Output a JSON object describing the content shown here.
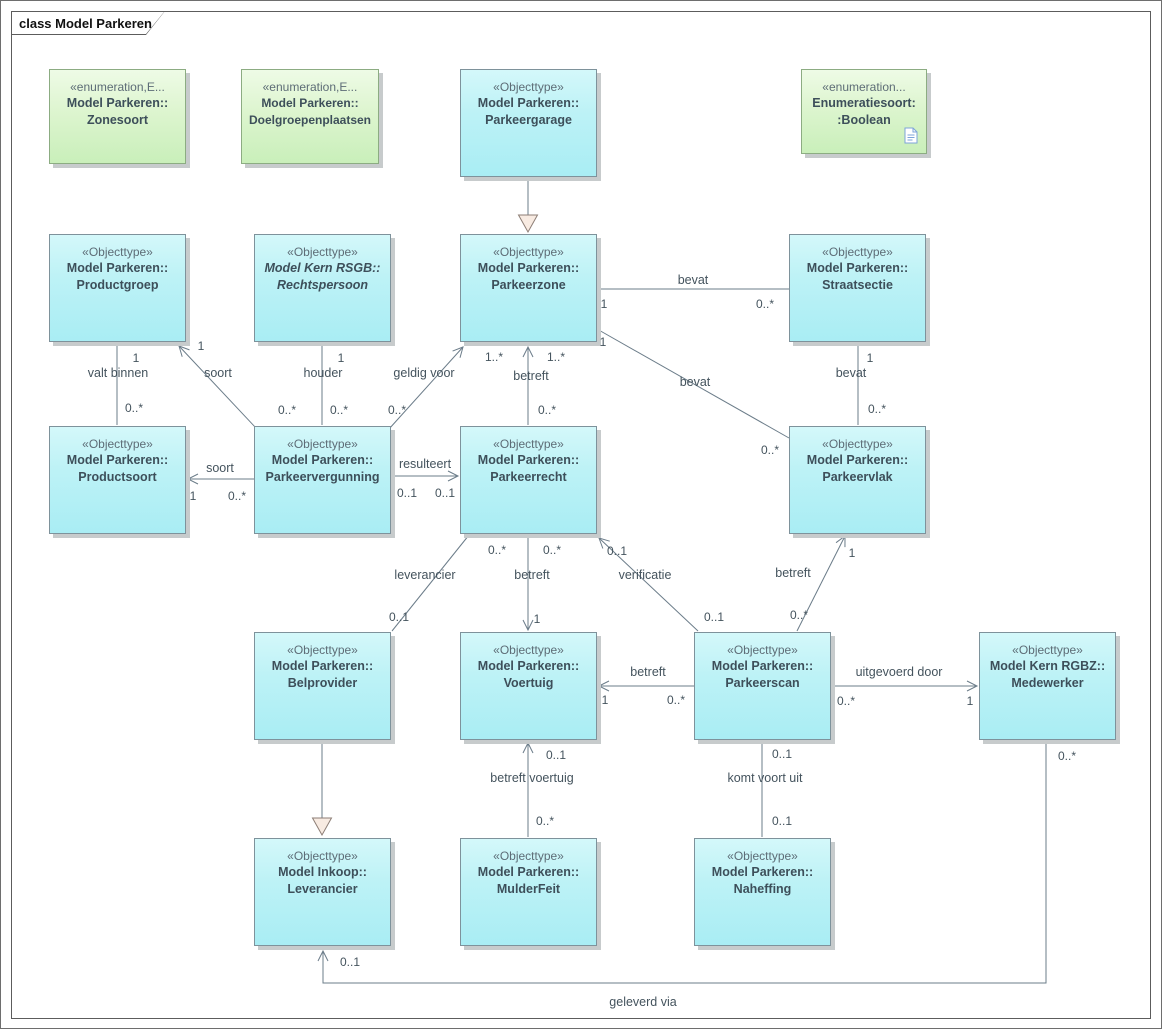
{
  "frame": {
    "title": "class Model Parkeren"
  },
  "colors": {
    "node_fill_top": "#d4f8fa",
    "node_fill_bottom": "#a9edf4",
    "node_border": "#7e929b",
    "enum_fill_top": "#eefbe6",
    "enum_fill_bottom": "#c9efba",
    "enum_border": "#8cac82",
    "connector": "#6b7c89",
    "text": "#3d4f5a",
    "shadow": "#c7cbcc"
  },
  "nodes": {
    "zonesoort": {
      "stereotype": "«enumeration,E...",
      "name1": "Model Parkeren::",
      "name2": "Zonesoort"
    },
    "doelgroepenplaatsen": {
      "stereotype": "«enumeration,E...",
      "name1": "Model Parkeren::",
      "name2": "Doelgroepenplaatsen"
    },
    "parkeergarage": {
      "stereotype": "«Objecttype»",
      "name1": "Model Parkeren::",
      "name2": "Parkeergarage"
    },
    "boolean": {
      "stereotype": "«enumeration...",
      "name1": "Enumeratiesoort:",
      "name2": ":Boolean"
    },
    "productgroep": {
      "stereotype": "«Objecttype»",
      "name1": "Model Parkeren::",
      "name2": "Productgroep"
    },
    "rechtspersoon": {
      "stereotype": "«Objecttype»",
      "name1": "Model Kern RSGB::",
      "name2": "Rechtspersoon"
    },
    "parkeerzone": {
      "stereotype": "«Objecttype»",
      "name1": "Model Parkeren::",
      "name2": "Parkeerzone"
    },
    "straatsectie": {
      "stereotype": "«Objecttype»",
      "name1": "Model Parkeren::",
      "name2": "Straatsectie"
    },
    "productsoort": {
      "stereotype": "«Objecttype»",
      "name1": "Model Parkeren::",
      "name2": "Productsoort"
    },
    "parkeervergunning": {
      "stereotype": "«Objecttype»",
      "name1": "Model Parkeren::",
      "name2": "Parkeervergunning"
    },
    "parkeerrecht": {
      "stereotype": "«Objecttype»",
      "name1": "Model Parkeren::",
      "name2": "Parkeerrecht"
    },
    "parkeervlak": {
      "stereotype": "«Objecttype»",
      "name1": "Model Parkeren::",
      "name2": "Parkeervlak"
    },
    "belprovider": {
      "stereotype": "«Objecttype»",
      "name1": "Model Parkeren::",
      "name2": "Belprovider"
    },
    "voertuig": {
      "stereotype": "«Objecttype»",
      "name1": "Model Parkeren::",
      "name2": "Voertuig"
    },
    "parkeerscan": {
      "stereotype": "«Objecttype»",
      "name1": "Model Parkeren::",
      "name2": "Parkeerscan"
    },
    "medewerker": {
      "stereotype": "«Objecttype»",
      "name1": "Model Kern RGBZ::",
      "name2": "Medewerker"
    },
    "leverancier": {
      "stereotype": "«Objecttype»",
      "name1": "Model Inkoop::",
      "name2": "Leverancier"
    },
    "mulderfeit": {
      "stereotype": "«Objecttype»",
      "name1": "Model Parkeren::",
      "name2": "MulderFeit"
    },
    "naheffing": {
      "stereotype": "«Objecttype»",
      "name1": "Model Parkeren::",
      "name2": "Naheffing"
    }
  },
  "edges": {
    "zone_bevat_straatsectie": {
      "label": "bevat",
      "m_zone": "1",
      "m_straatsectie": "0..*"
    },
    "zone_bevat_parkeervlak": {
      "label": "bevat",
      "m_zone": "1",
      "m_parkeervlak": "0..*"
    },
    "straatsectie_bevat_vlak": {
      "label": "bevat",
      "m_straatsectie": "1",
      "m_parkeervlak": "0..*"
    },
    "productgroep_valt_binnen": {
      "label": "valt binnen",
      "m_productgroep": "1",
      "m_productsoort": "0..*"
    },
    "vergunning_soort_groep": {
      "label": "soort",
      "m_productgroep": "1",
      "m_vergunning": "0..*"
    },
    "vergunning_houder": {
      "label": "houder",
      "m_rechtspersoon": "1",
      "m_vergunning": "0..*"
    },
    "vergunning_geldig_voor": {
      "label": "geldig voor",
      "m_zone": "1..*",
      "m_vergunning": "0..*"
    },
    "recht_betreft_zone": {
      "label": "betreft",
      "m_zone": "1..*",
      "m_recht": "0..*"
    },
    "vergunning_resulteert_recht": {
      "label": "resulteert",
      "m_vergunning": "0..1",
      "m_recht": "0..1"
    },
    "vergunning_soort_soort": {
      "label": "soort",
      "m_productsoort": "1",
      "m_vergunning": "0..*"
    },
    "recht_leverancier_bel": {
      "label": "leverancier",
      "m_recht": "0..*",
      "m_belprovider": "0..1"
    },
    "recht_betreft_voertuig": {
      "label": "betreft",
      "m_recht": "0..*",
      "m_voertuig": "1"
    },
    "scan_verificatie_recht": {
      "label": "verificatie",
      "m_recht": "0..1",
      "m_scan": "0..1"
    },
    "scan_betreft_vlak": {
      "label": "betreft",
      "m_parkeervlak": "1",
      "m_scan": "0..*"
    },
    "scan_betreft_voertuig": {
      "label": "betreft",
      "m_voertuig": "1",
      "m_scan": "0..*"
    },
    "scan_uitgevoerd_door": {
      "label": "uitgevoerd door",
      "m_scan": "0..*",
      "m_medewerker": "1"
    },
    "mulderfeit_betreft_voertuig": {
      "label": "betreft voertuig",
      "m_voertuig": "0..1",
      "m_mulderfeit": "0..*"
    },
    "naheffing_komt_voort_uit": {
      "label": "komt voort uit",
      "m_scan": "0..1",
      "m_naheffing": "0..1"
    },
    "medewerker_geleverd_via": {
      "label": "geleverd via",
      "m_medewerker": "0..*",
      "m_leverancier": "0..1"
    }
  }
}
